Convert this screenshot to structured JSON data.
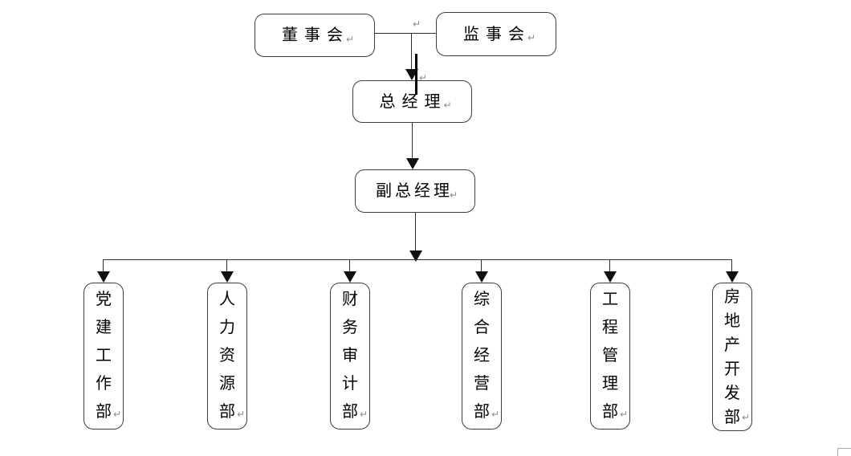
{
  "org": {
    "board": {
      "label": "董事会"
    },
    "supervisory": {
      "label": "监事会"
    },
    "general_manager": {
      "label": "总经理"
    },
    "deputy_general_manager": {
      "label": "副总经理"
    },
    "departments": [
      {
        "label": "党建工作部"
      },
      {
        "label": "人力资源部"
      },
      {
        "label": "财务审计部"
      },
      {
        "label": "综合经营部"
      },
      {
        "label": "工程管理部"
      },
      {
        "label": "房地产开发部"
      }
    ]
  },
  "marks": {
    "paragraph": "↵"
  },
  "colors": {
    "background": "#ffffff",
    "box_border": "#3d3d3d",
    "connector": "#2e2e2e",
    "arrow": "#111111",
    "text": "#000000",
    "paragraph_mark": "#8a8a8a",
    "margin_mark": "#a9a9a9"
  }
}
